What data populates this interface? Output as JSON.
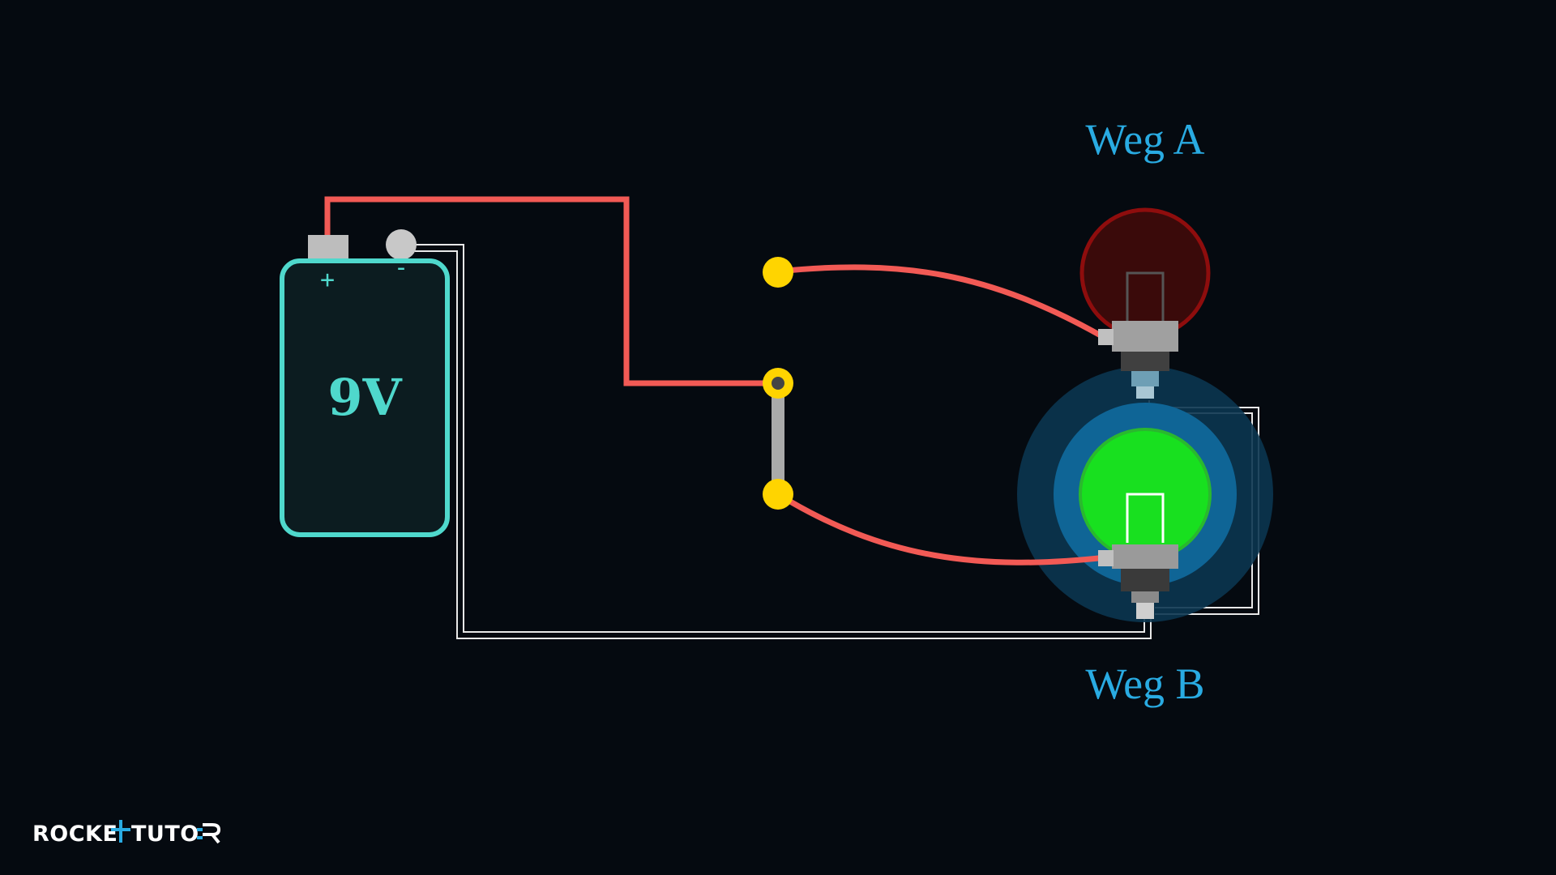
{
  "labels": {
    "path_a": "Weg A",
    "path_b": "Weg B"
  },
  "battery": {
    "voltage": "9V",
    "plus_symbol": "+",
    "minus_symbol": "-"
  },
  "switch": {
    "connected_to": "Weg B"
  },
  "bulbs": {
    "a": {
      "state": "off",
      "color": "#7a0a0a"
    },
    "b": {
      "state": "on",
      "color": "#18e01f"
    }
  },
  "brand": {
    "left": "ROCKE",
    "right": "TUTO"
  },
  "colors": {
    "background": "#050a10",
    "live_wire": "#f25a55",
    "return_wire": "#e8e8e8",
    "battery_accent": "#4fd8cc",
    "terminal": "#ffd400",
    "label": "#29abe2",
    "glow": "#1f9fe0"
  }
}
